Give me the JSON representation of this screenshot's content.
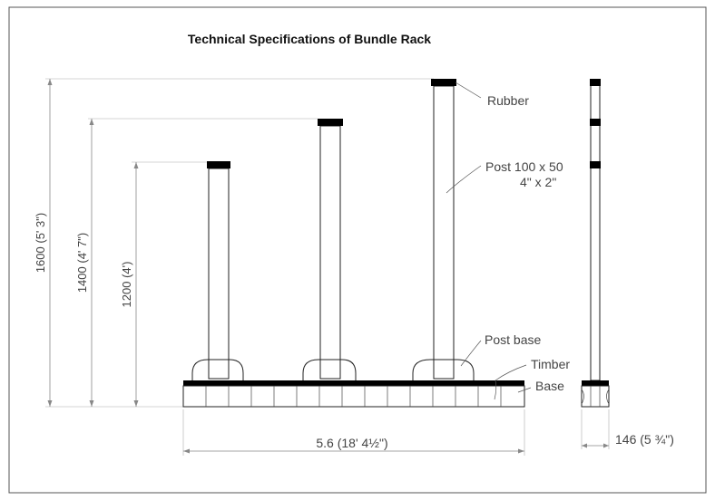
{
  "title": "Technical Specifications of Bundle Rack",
  "heights": [
    {
      "label": "1600 (5' 3\")",
      "mm": 1600
    },
    {
      "label": "1400 (4' 7\")",
      "mm": 1400
    },
    {
      "label": "1200 (4')",
      "mm": 1200
    }
  ],
  "length_label": "5.6 (18' 4½\")",
  "width_label": "146 (5 ¾\")",
  "callouts": {
    "rubber": "Rubber",
    "post_line1": "Post 100 x 50",
    "post_line2": "4\" x 2\"",
    "post_base": "Post base",
    "timber": "Timber",
    "base": "Base"
  },
  "colors": {
    "line": "#222222",
    "dimension": "#888888",
    "text": "#444444",
    "rubber": "#000000"
  }
}
